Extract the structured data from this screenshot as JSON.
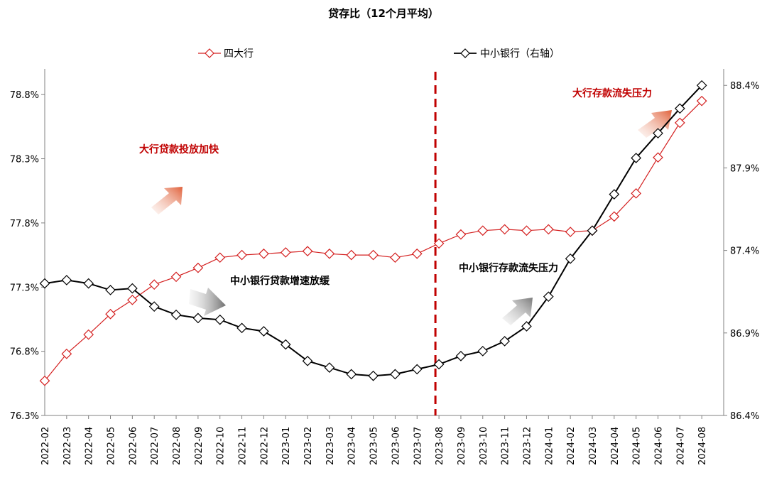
{
  "chart_data": {
    "type": "line",
    "title": "贷存比（12个月平均）",
    "x": [
      "2022-02",
      "2022-03",
      "2022-04",
      "2022-05",
      "2022-06",
      "2022-07",
      "2022-08",
      "2022-09",
      "2022-10",
      "2022-11",
      "2022-12",
      "2023-01",
      "2023-02",
      "2023-03",
      "2023-04",
      "2023-05",
      "2023-06",
      "2023-07",
      "2023-08",
      "2023-09",
      "2023-10",
      "2023-11",
      "2023-12",
      "2024-01",
      "2024-02",
      "2024-03",
      "2024-04",
      "2024-05",
      "2024-06",
      "2024-07",
      "2024-08"
    ],
    "left_axis": {
      "ylim": [
        76.3,
        79.0
      ],
      "ticks": [
        76.3,
        76.8,
        77.3,
        77.8,
        78.3,
        78.8
      ],
      "tick_labels": [
        "76.3%",
        "76.8%",
        "77.3%",
        "77.8%",
        "78.3%",
        "78.8%"
      ]
    },
    "right_axis": {
      "ylim": [
        86.4,
        88.5
      ],
      "ticks": [
        86.4,
        86.9,
        87.4,
        87.9,
        88.4
      ],
      "tick_labels": [
        "86.4%",
        "86.9%",
        "87.4%",
        "87.9%",
        "88.4%"
      ]
    },
    "series": [
      {
        "name": "四大行",
        "axis": "left",
        "color": "#d42020",
        "marker": "diamond-open",
        "values": [
          76.57,
          76.78,
          76.93,
          77.09,
          77.2,
          77.32,
          77.38,
          77.45,
          77.53,
          77.55,
          77.56,
          77.57,
          77.58,
          77.56,
          77.55,
          77.55,
          77.53,
          77.56,
          77.64,
          77.71,
          77.74,
          77.75,
          77.74,
          77.75,
          77.73,
          77.74,
          77.85,
          78.03,
          78.31,
          78.58,
          78.75
        ]
      },
      {
        "name": "中小银行（右轴）",
        "axis": "right",
        "color": "#000000",
        "marker": "diamond-open",
        "values": [
          87.2,
          87.22,
          87.2,
          87.16,
          87.17,
          87.06,
          87.01,
          86.99,
          86.98,
          86.93,
          86.91,
          86.83,
          86.73,
          86.69,
          86.65,
          86.64,
          86.65,
          86.68,
          86.71,
          86.76,
          86.79,
          86.85,
          86.94,
          87.12,
          87.35,
          87.52,
          87.74,
          87.96,
          88.11,
          88.26,
          88.4
        ]
      }
    ],
    "legend": {
      "placement": "top",
      "items": [
        "四大行",
        "中小银行（右轴）"
      ]
    },
    "annotations": {
      "big_bank_lending": "大行贷款投放加快",
      "big_bank_deposit": "大行存款流失压力",
      "small_bank_loan": "中小银行贷款增速放缓",
      "small_bank_deposit": "中小银行存款流失压力"
    },
    "divider_at": "2023-08",
    "divider_color": "#c00000",
    "grid": false
  }
}
